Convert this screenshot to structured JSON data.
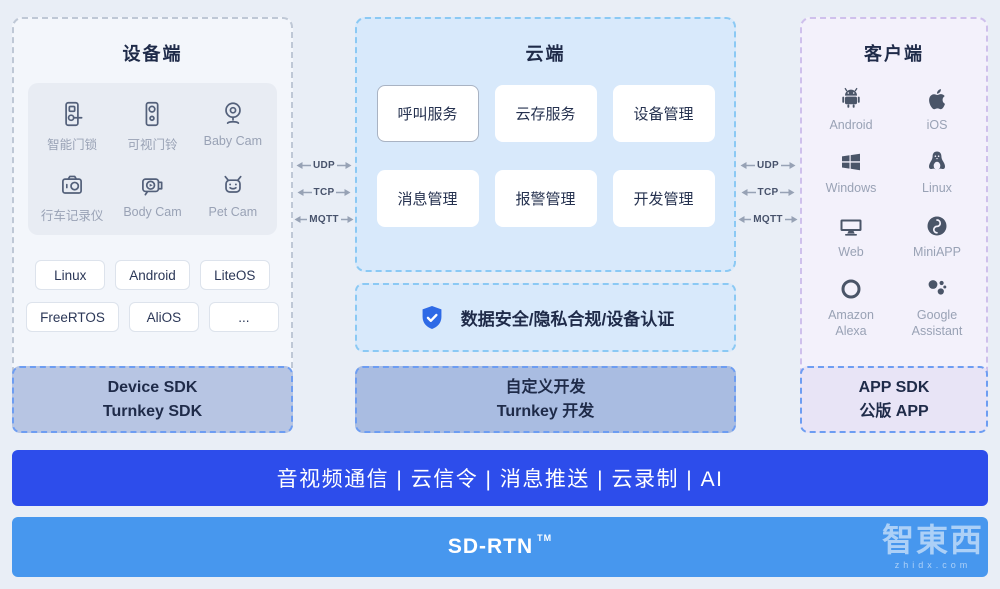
{
  "panels": {
    "device": {
      "title": "设备端",
      "items": [
        {
          "label": "智能门锁",
          "icon": "door-lock-icon"
        },
        {
          "label": "可视门铃",
          "icon": "doorbell-icon"
        },
        {
          "label": "Baby Cam",
          "icon": "webcam-icon"
        },
        {
          "label": "行车记录仪",
          "icon": "dashcam-icon"
        },
        {
          "label": "Body Cam",
          "icon": "bodycam-icon"
        },
        {
          "label": "Pet Cam",
          "icon": "robot-icon"
        }
      ],
      "os_chips": [
        "Linux",
        "Android",
        "LiteOS",
        "FreeRTOS",
        "AliOS",
        "..."
      ],
      "sdk_bar": {
        "line1": "Device SDK",
        "line2": "Turnkey SDK"
      }
    },
    "cloud": {
      "title": "云端",
      "services": [
        "呼叫服务",
        "云存服务",
        "设备管理",
        "消息管理",
        "报警管理",
        "开发管理"
      ],
      "security": {
        "label": "数据安全/隐私合规/设备认证",
        "icon": "shield-check-icon"
      },
      "sdk_bar": {
        "line1": "自定义开发",
        "line2": "Turnkey 开发"
      }
    },
    "client": {
      "title": "客户端",
      "platforms": [
        {
          "label": "Android",
          "icon": "android-icon"
        },
        {
          "label": "iOS",
          "icon": "apple-icon"
        },
        {
          "label": "Windows",
          "icon": "windows-icon"
        },
        {
          "label": "Linux",
          "icon": "linux-icon"
        },
        {
          "label": "Web",
          "icon": "monitor-icon"
        },
        {
          "label": "MiniAPP",
          "icon": "miniapp-icon"
        },
        {
          "label": "Amazon Alexa",
          "icon": "alexa-icon"
        },
        {
          "label": "Google Assistant",
          "icon": "google-assistant-icon"
        }
      ],
      "sdk_bar": {
        "line1": "APP SDK",
        "line2": "公版 APP"
      }
    }
  },
  "connectors": {
    "left": [
      "UDP",
      "TCP",
      "MQTT"
    ],
    "right": [
      "UDP",
      "TCP",
      "MQTT"
    ]
  },
  "bottom_bars": {
    "services": "音视频通信 | 云信令 | 消息推送 | 云录制 | AI",
    "network": {
      "name": "SD-RTN",
      "tm": "TM"
    }
  },
  "watermark": {
    "text": "智東西",
    "sub": "zhidx.com"
  },
  "colors": {
    "services_bar": "#2d4deb",
    "network_bar": "#4797ee",
    "shield_blue": "#2e6ae6",
    "cloud_panel_fill": "#d8e9fb",
    "cloud_panel_border": "#8bc9f4",
    "device_panel_border": "#bfc8d6",
    "client_panel_border": "#cfc0ec",
    "device_sdk_fill": "#b7c5e3",
    "cloud_sdk_fill": "#a9bce1",
    "client_sdk_fill": "#e8e4f6",
    "sdk_border": "#6d9df2",
    "icon_stroke": "#53607a",
    "arrow_gray": "#97a2b5"
  }
}
